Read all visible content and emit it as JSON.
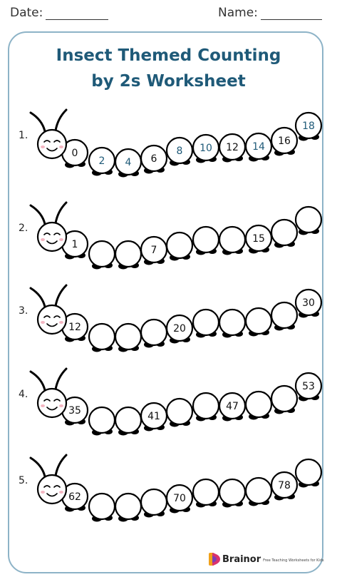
{
  "header": {
    "date_label": "Date:",
    "name_label": "Name:"
  },
  "title": {
    "line1": "Insect Themed Counting",
    "line2": "by 2s Worksheet"
  },
  "colors": {
    "border": "#8db3c7",
    "title": "#1f5a78",
    "given": "#111111",
    "filled": "#1f5a78"
  },
  "rows": [
    {
      "number": "1.",
      "cells": [
        "0",
        "2",
        "4",
        "6",
        "8",
        "10",
        "12",
        "14",
        "16",
        "18"
      ],
      "filled": [
        false,
        true,
        true,
        false,
        true,
        true,
        false,
        true,
        false,
        true
      ]
    },
    {
      "number": "2.",
      "cells": [
        "1",
        "",
        "",
        "7",
        "",
        "",
        "",
        "15",
        "",
        ""
      ]
    },
    {
      "number": "3.",
      "cells": [
        "12",
        "",
        "",
        "",
        "20",
        "",
        "",
        "",
        "",
        "30"
      ]
    },
    {
      "number": "4.",
      "cells": [
        "35",
        "",
        "",
        "41",
        "",
        "",
        "47",
        "",
        "",
        "53"
      ]
    },
    {
      "number": "5.",
      "cells": [
        "62",
        "",
        "",
        "",
        "70",
        "",
        "",
        "",
        "78",
        ""
      ]
    }
  ],
  "brand": {
    "name": "Brainor",
    "tagline": "Free Teaching Worksheets for Kids"
  }
}
